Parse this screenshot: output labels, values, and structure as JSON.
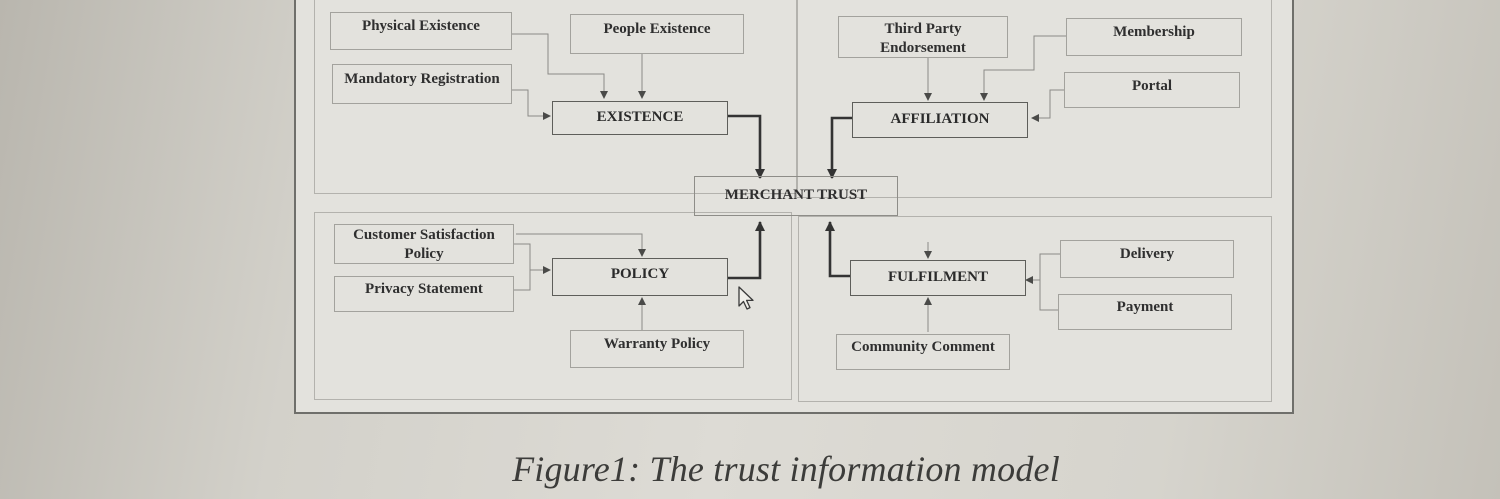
{
  "diagram": {
    "center": "MERCHANT TRUST",
    "categories": [
      {
        "key": "existence",
        "label": "EXISTENCE",
        "factors": [
          "Physical Existence",
          "People Existence",
          "Mandatory Registration"
        ]
      },
      {
        "key": "affiliation",
        "label": "AFFILIATION",
        "factors": [
          "Third Party Endorsement",
          "Membership",
          "Portal"
        ]
      },
      {
        "key": "policy",
        "label": "POLICY",
        "factors": [
          "Customer Satisfaction Policy",
          "Privacy Statement",
          "Warranty Policy"
        ]
      },
      {
        "key": "fulfilment",
        "label": "FULFILMENT",
        "factors": [
          "Delivery",
          "Payment",
          "Community Comment"
        ]
      }
    ]
  },
  "caption": "Figure1: The trust information model"
}
